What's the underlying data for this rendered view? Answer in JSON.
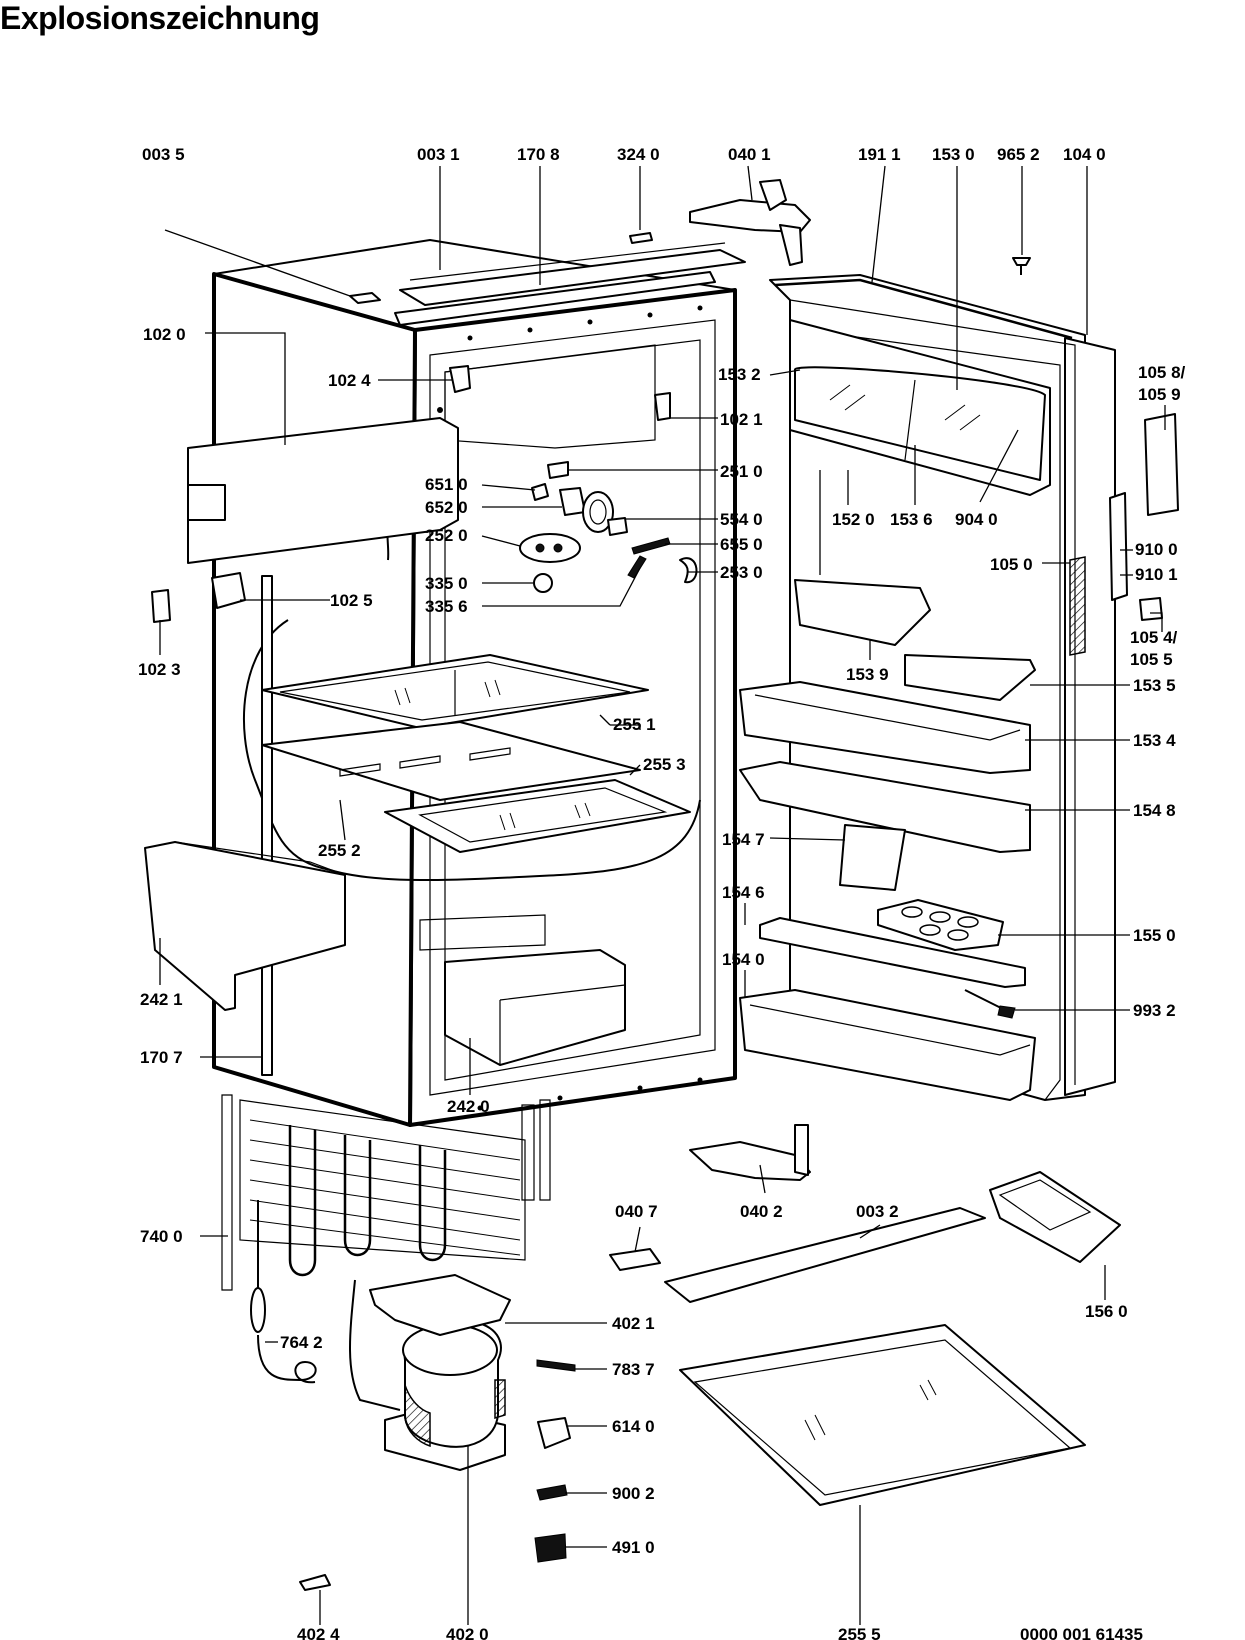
{
  "title": "Explosionszeichnung",
  "document_number": "0000 001 61435",
  "part_labels": [
    "003 5",
    "003 1",
    "170 8",
    "324 0",
    "040 1",
    "191 1",
    "153 0",
    "965 2",
    "104 0",
    "102 0",
    "102 4",
    "153 2",
    "102 1",
    "105 8/",
    "105 9",
    "251 0",
    "651 0",
    "652 0",
    "554 0",
    "152 0",
    "153 6",
    "904 0",
    "252 0",
    "655 0",
    "910 0",
    "253 0",
    "105 0",
    "910 1",
    "335 0",
    "335 6",
    "102 5",
    "102 3",
    "105 4/",
    "105 5",
    "153 9",
    "153 5",
    "255 1",
    "153 4",
    "255 3",
    "154 8",
    "255 2",
    "154 7",
    "154 6",
    "155 0",
    "242 1",
    "154 0",
    "993 2",
    "170 7",
    "242 0",
    "040 7",
    "040 2",
    "003 2",
    "740 0",
    "156 0",
    "402 1",
    "764 2",
    "783 7",
    "614 0",
    "900 2",
    "491 0",
    "402 4",
    "402 0",
    "255 5"
  ]
}
